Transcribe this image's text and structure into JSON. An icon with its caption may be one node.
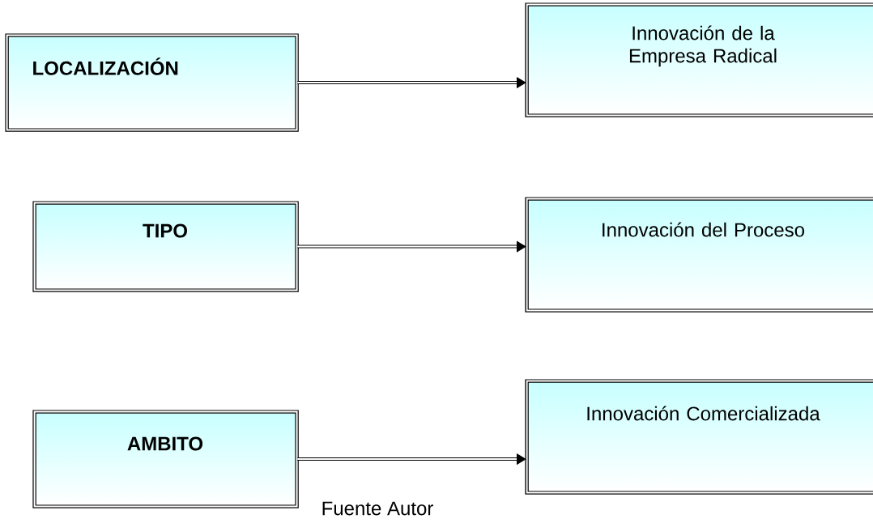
{
  "diagram": {
    "nodes": [
      {
        "text": [
          "LOCALIZACIÓN"
        ]
      },
      {
        "text": [
          "Innovación de la Empresa Radical"
        ]
      },
      {
        "text": [
          "TIPO"
        ]
      },
      {
        "text": [
          "Innovación del Proceso"
        ]
      },
      {
        "text": [
          "AMBITO"
        ]
      },
      {
        "text": [
          "Innovación Comercializada"
        ]
      }
    ],
    "edges": [
      {
        "from": 0,
        "to": 1,
        "arrow": "to"
      },
      {
        "from": 2,
        "to": 3,
        "arrow": "to"
      },
      {
        "from": 4,
        "to": 5,
        "arrow": "to"
      }
    ],
    "labels": [
      "Fuente Autor"
    ]
  }
}
